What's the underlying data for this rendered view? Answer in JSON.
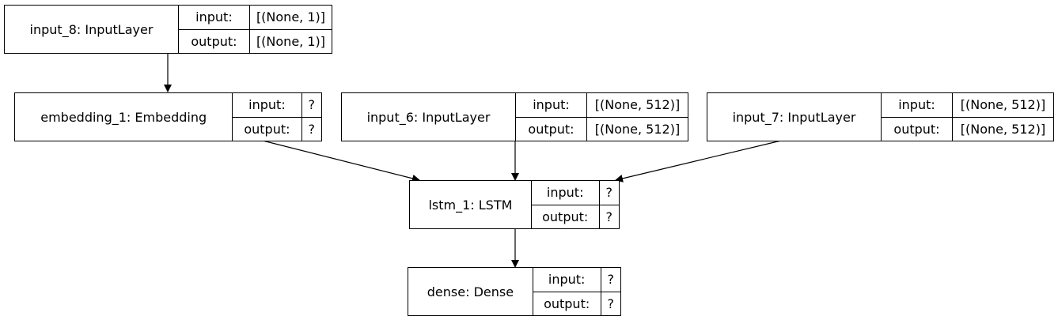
{
  "nodes": {
    "input_8": {
      "name": "input_8: InputLayer",
      "input_label": "input:",
      "output_label": "output:",
      "input_value": "[(None, 1)]",
      "output_value": "[(None, 1)]"
    },
    "embedding_1": {
      "name": "embedding_1: Embedding",
      "input_label": "input:",
      "output_label": "output:",
      "input_value": "?",
      "output_value": "?"
    },
    "input_6": {
      "name": "input_6: InputLayer",
      "input_label": "input:",
      "output_label": "output:",
      "input_value": "[(None, 512)]",
      "output_value": "[(None, 512)]"
    },
    "input_7": {
      "name": "input_7: InputLayer",
      "input_label": "input:",
      "output_label": "output:",
      "input_value": "[(None, 512)]",
      "output_value": "[(None, 512)]"
    },
    "lstm_1": {
      "name": "lstm_1: LSTM",
      "input_label": "input:",
      "output_label": "output:",
      "input_value": "?",
      "output_value": "?"
    },
    "dense": {
      "name": "dense: Dense",
      "input_label": "input:",
      "output_label": "output:",
      "input_value": "?",
      "output_value": "?"
    }
  },
  "edges": [
    {
      "from": "input_8",
      "to": "embedding_1"
    },
    {
      "from": "embedding_1",
      "to": "lstm_1"
    },
    {
      "from": "input_6",
      "to": "lstm_1"
    },
    {
      "from": "input_7",
      "to": "lstm_1"
    },
    {
      "from": "lstm_1",
      "to": "dense"
    }
  ]
}
